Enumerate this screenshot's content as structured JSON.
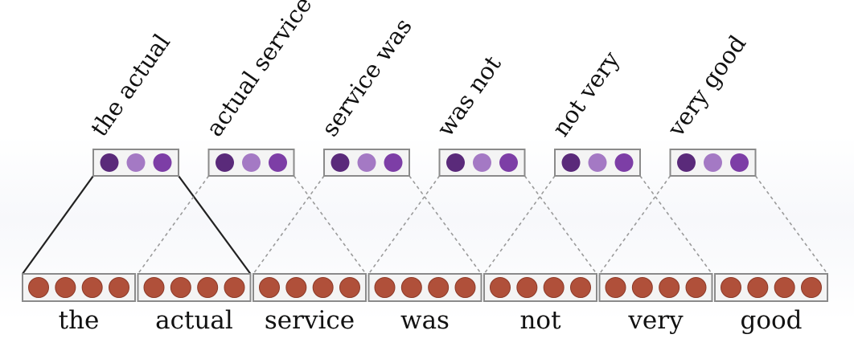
{
  "diagram": {
    "words": [
      "the",
      "actual",
      "service",
      "was",
      "not",
      "very",
      "good"
    ],
    "bigrams": [
      "the actual",
      "actual service",
      "service was",
      "was not",
      "not very",
      "very good"
    ],
    "colors": {
      "word_unit": "#b0503a",
      "word_unit_stroke": "#8c3a28",
      "bigram_units": [
        "#5a2a7a",
        "#a479c4",
        "#7d3ea6"
      ],
      "box_fill": "#f4f4f4",
      "box_stroke": "#8a8a8a",
      "solid_connector": "#222222",
      "dashed_connector": "#9a9a9a"
    },
    "units_per_word": 4,
    "units_per_bigram": 3,
    "highlighted_bigram_index": 0
  }
}
